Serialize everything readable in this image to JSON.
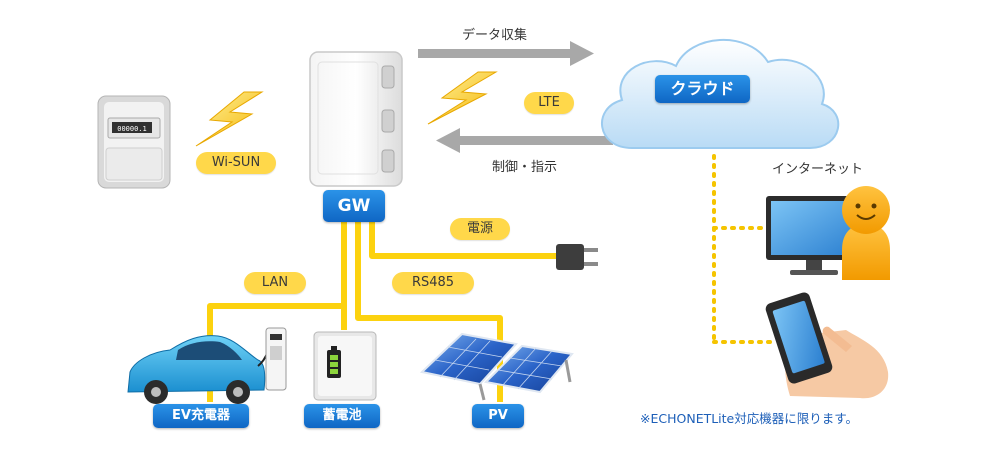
{
  "labels": {
    "data_collection": "データ収集",
    "control": "制御・指示",
    "cloud": "クラウド",
    "lte": "LTE",
    "wisun": "Wi-SUN",
    "gw": "GW",
    "power": "電源",
    "lan": "LAN",
    "rs485": "RS485",
    "ev": "EV充電器",
    "battery": "蓄電池",
    "pv": "PV",
    "internet": "インターネット",
    "note": "※ECHONETLite対応機器に限ります。",
    "meter_reading": "00000.1"
  },
  "colors": {
    "line_yellow": "#fcd20f",
    "pill_yellow": "#ffd84a",
    "label_blue": "#1a7ad8",
    "arrow_gray": "#a8a8a8",
    "cloud_blue": "#cfe6f8",
    "note_blue": "#1d5fb8"
  },
  "icons": [
    "smart-meter-icon",
    "gateway-box-icon",
    "cloud-icon",
    "lightning-icon",
    "power-plug-icon",
    "ev-car-icon",
    "ev-charger-icon",
    "battery-icon",
    "solar-panel-icon",
    "monitor-icon",
    "person-icon",
    "smartphone-icon"
  ]
}
